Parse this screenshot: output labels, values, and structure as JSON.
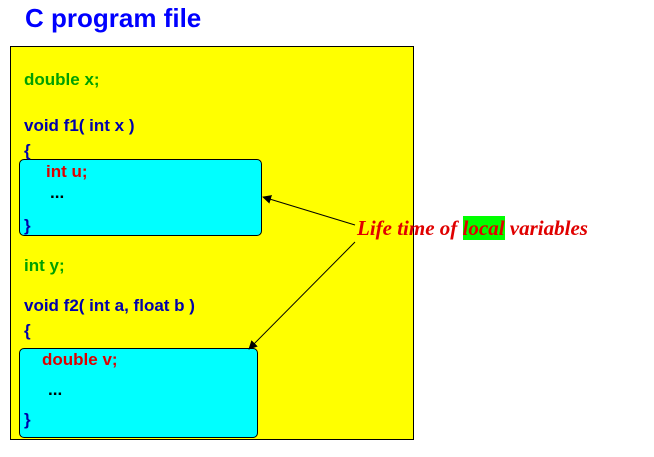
{
  "title": "C program file",
  "code": {
    "global_x": "double x;",
    "f1_signature": "void f1( int x )",
    "f1_open": "{",
    "f1_local": "int u;",
    "f1_ellipsis": "...",
    "f1_close": "}",
    "global_y": "int y;",
    "f2_signature": "void f2( int a, float b )",
    "f2_open": "{",
    "f2_local": "double v;",
    "f2_ellipsis": "...",
    "f2_close": "}"
  },
  "callout": {
    "prefix": "Life time of",
    "highlight": "local",
    "suffix": "variables"
  },
  "colors": {
    "file_background": "#ffff00",
    "scope_background": "#00ffff",
    "title": "#0000ff",
    "global_code": "#00a000",
    "function_code": "#0000aa",
    "local_code": "#dd0000",
    "callout_text": "#e00000",
    "callout_highlight": "#00ff00"
  }
}
